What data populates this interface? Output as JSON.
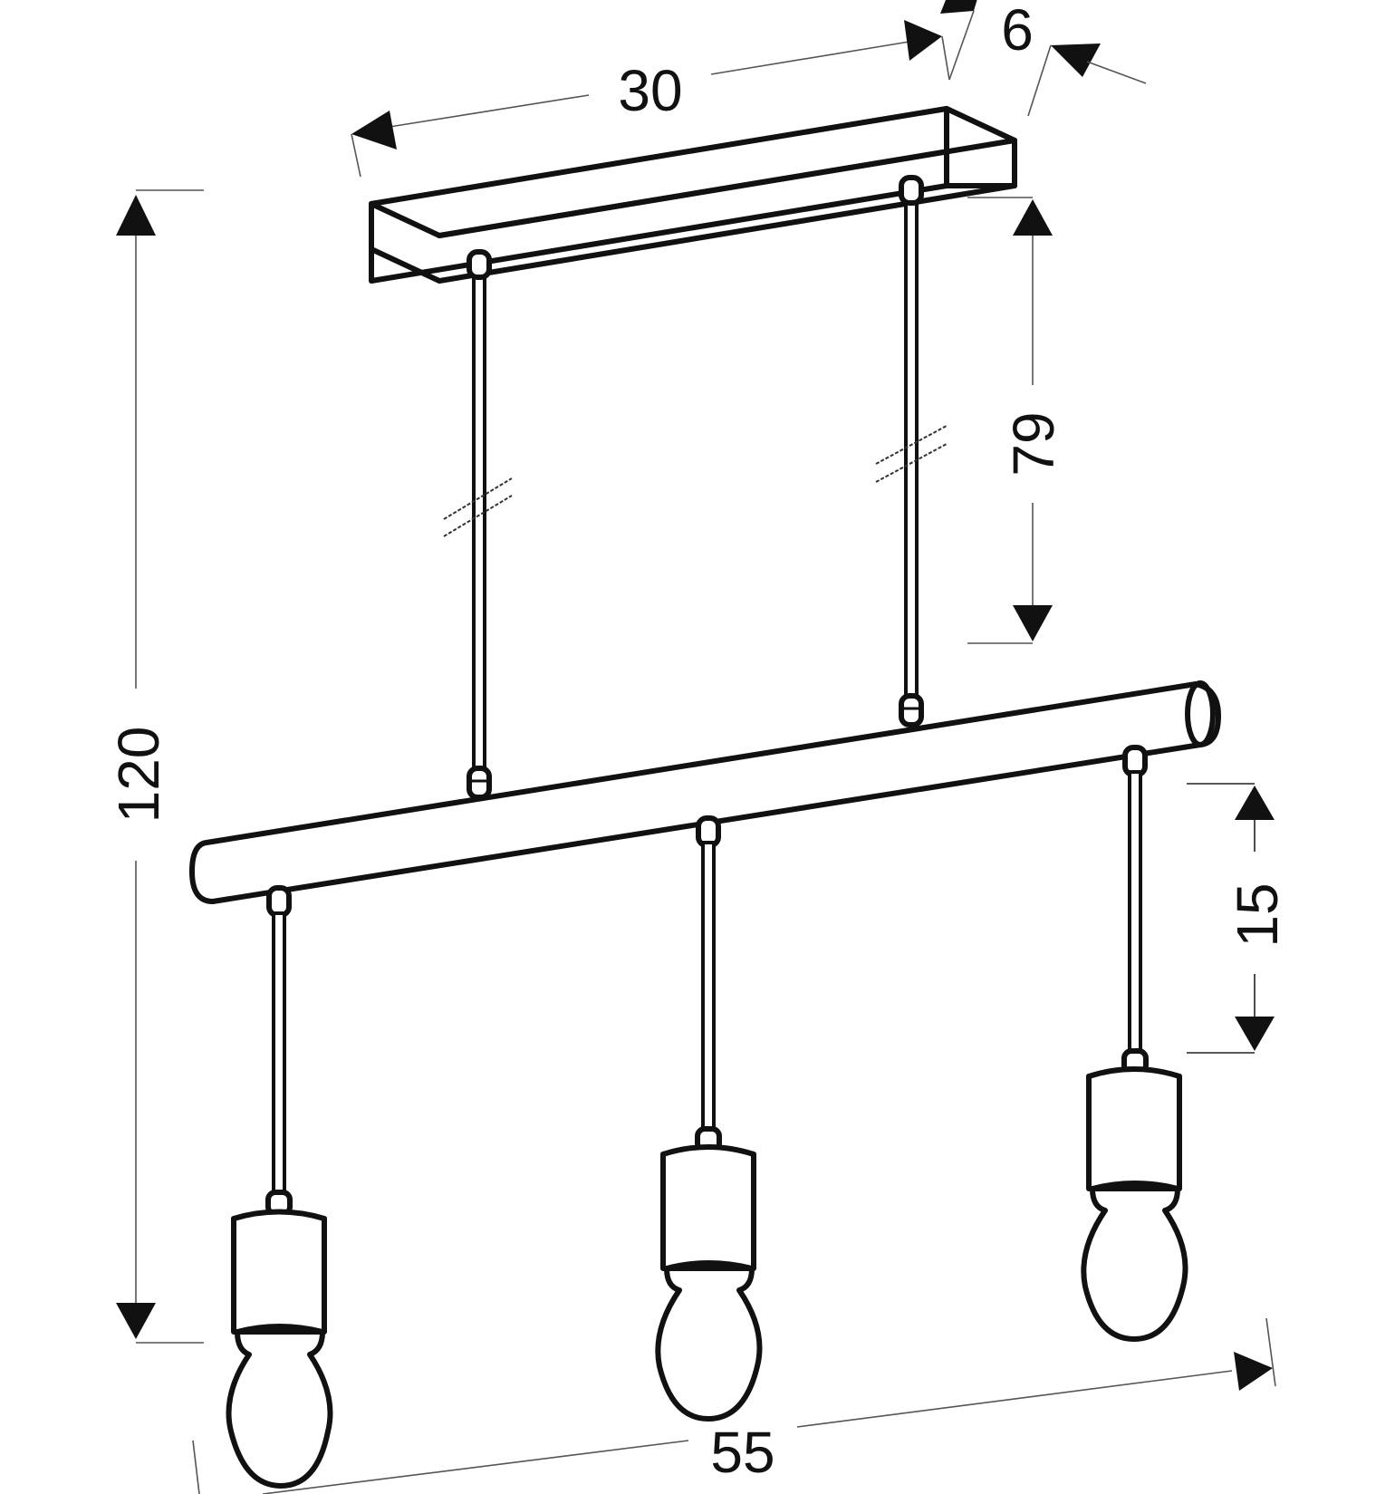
{
  "diagram": {
    "title": "Pendant lamp dimension drawing",
    "type": "technical-dimension-drawing",
    "units": "cm",
    "colors": {
      "line": "#111111",
      "dimension_line": "#555555",
      "background": "#ffffff"
    },
    "components": {
      "canopy": "rectangular ceiling canopy",
      "suspension_cables": 2,
      "bar": "horizontal tubular bar",
      "pendants": 3,
      "bulbs": 3
    },
    "dimensions": {
      "canopy_length": {
        "value": "30",
        "label": "30"
      },
      "canopy_depth": {
        "value": "6",
        "label": "6"
      },
      "total_height": {
        "value": "120",
        "label": "120"
      },
      "cable_length": {
        "value": "79",
        "label": "79"
      },
      "pendant_drop": {
        "value": "15",
        "label": "15"
      },
      "total_width": {
        "value": "55",
        "label": "55"
      }
    }
  }
}
